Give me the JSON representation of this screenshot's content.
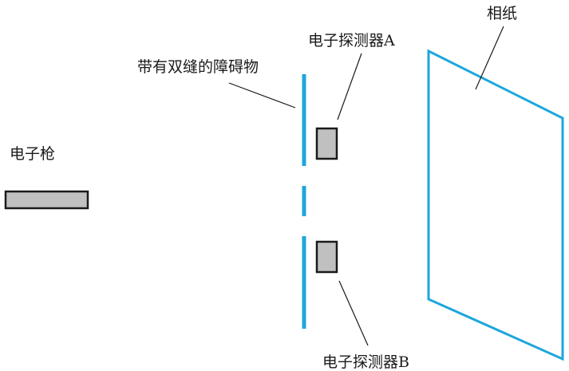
{
  "labels": {
    "electron_gun": "电子枪",
    "double_slit_barrier": "带有双缝的障碍物",
    "detector_a": "电子探测器A",
    "detector_b": "电子探测器B",
    "photo_paper": "相纸"
  },
  "colors": {
    "barrier": "#1ea6dc",
    "photo_paper": "#1ea6dc",
    "component_fill": "#c0c0c0",
    "component_stroke": "#1a1a1a",
    "leader_line": "#1a1a1a",
    "text": "#1a1a1a"
  }
}
